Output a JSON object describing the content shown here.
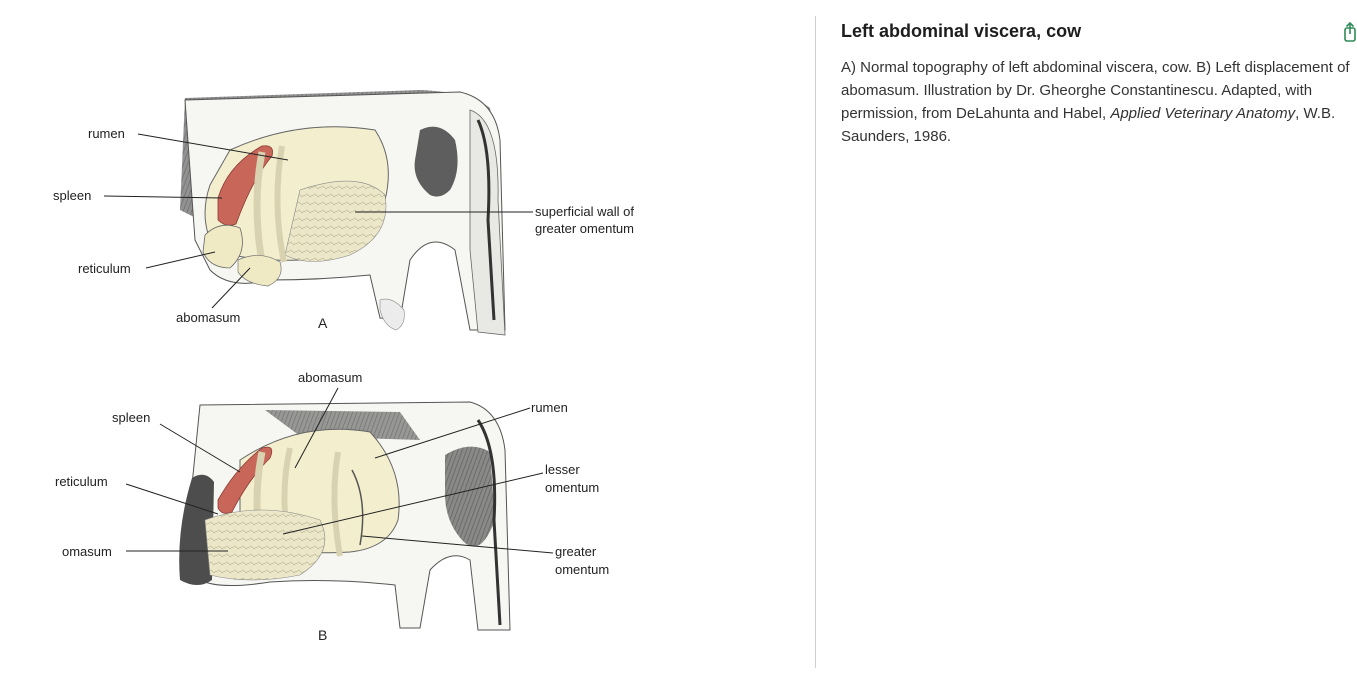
{
  "figure": {
    "panel_a": {
      "letter": "A",
      "labels": {
        "rumen": "rumen",
        "spleen": "spleen",
        "reticulum": "reticulum",
        "abomasum": "abomasum",
        "superficial_wall_line1": "superficial wall of",
        "superficial_wall_line2": "greater omentum"
      }
    },
    "panel_b": {
      "letter": "B",
      "labels": {
        "abomasum": "abomasum",
        "rumen": "rumen",
        "spleen": "spleen",
        "reticulum": "reticulum",
        "omasum": "omasum",
        "lesser_line1": "lesser",
        "lesser_line2": "omentum",
        "greater_line1": "greater",
        "greater_line2": "omentum"
      }
    }
  },
  "caption": {
    "title": "Left abdominal viscera, cow",
    "text_before_italic": "A) Normal topography of left abdominal viscera, cow. B) Left displacement of abomasum. Illustration by Dr. Gheorghe Constantinescu. Adapted, with permission, from DeLahunta and Habel, ",
    "italic_ref": "Applied Veterinary Anatomy",
    "text_after_italic": ", W.B. Saunders, 1986."
  },
  "icons": {
    "share": "share-icon"
  }
}
